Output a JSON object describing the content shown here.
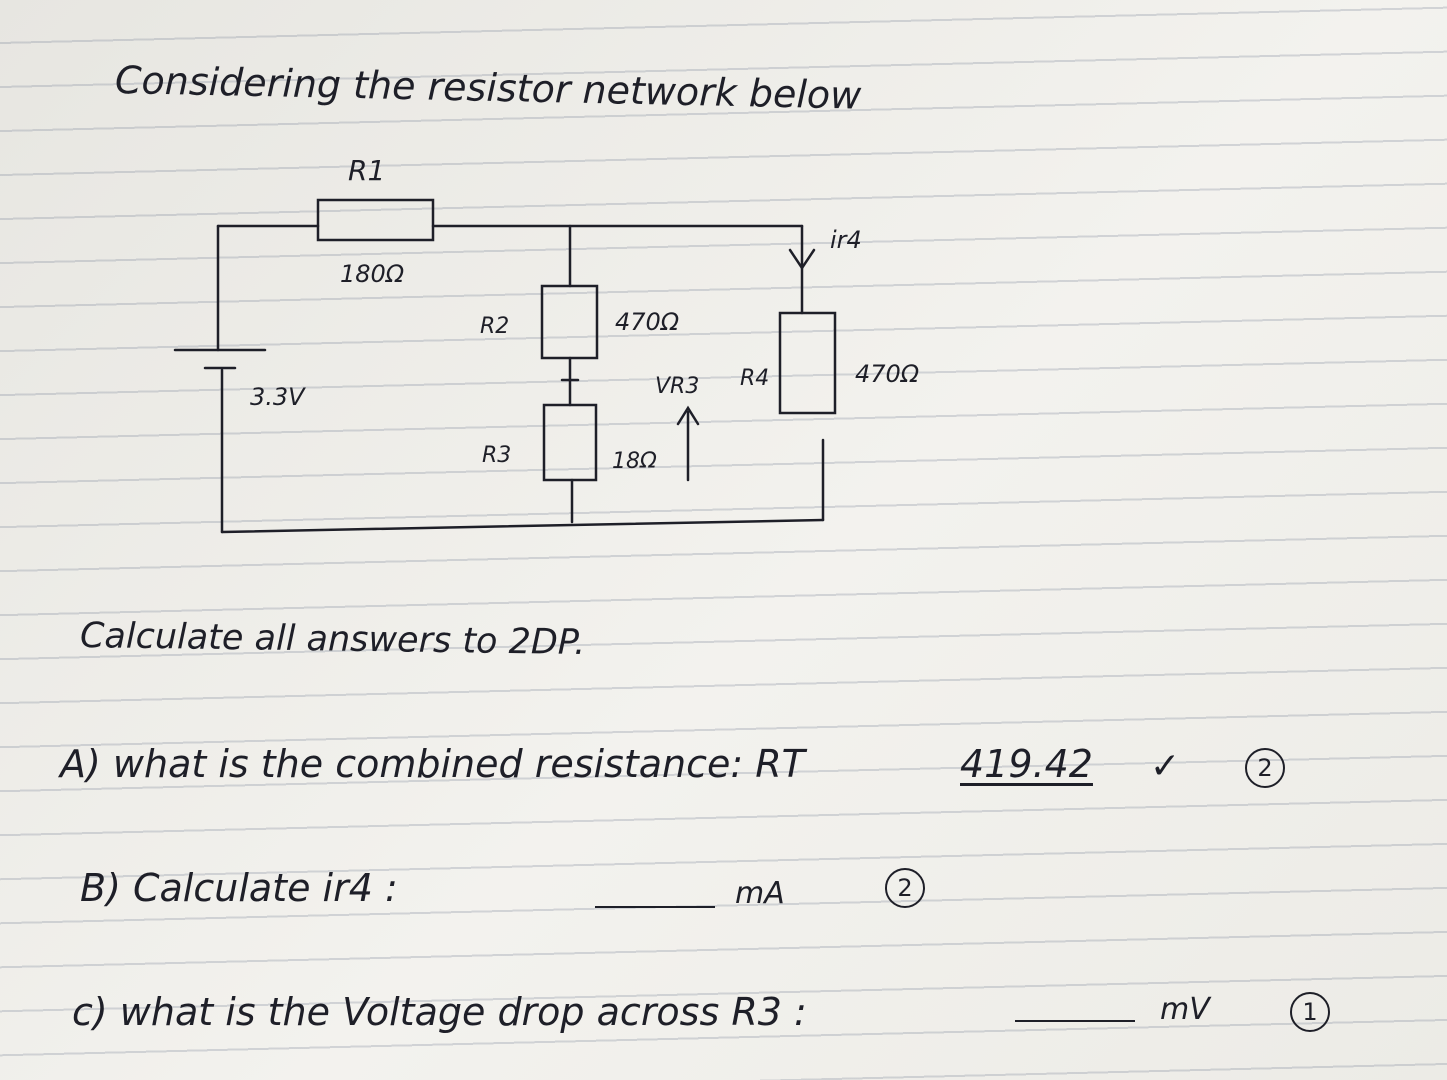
{
  "title": "Considering the resistor network below",
  "circuit": {
    "source_label": "3.3V",
    "r1": {
      "name": "R1",
      "value": "180Ω"
    },
    "r2": {
      "name": "R2",
      "value": "470Ω"
    },
    "r3": {
      "name": "R3",
      "value": "18Ω"
    },
    "r4": {
      "name": "R4",
      "value": "470Ω"
    },
    "current_label": "ir4",
    "voltage_label": "VR3"
  },
  "instruction": "Calculate all answers to 2DP.",
  "questions": [
    {
      "text": "A) what is the combined resistance: RT",
      "answer": "419.42",
      "check": "✓",
      "marks": "2"
    },
    {
      "text": "B) Calculate ir4 :",
      "unit": "mA",
      "marks": "2"
    },
    {
      "text": "c) what is the Voltage drop across R3 :",
      "unit": "mV",
      "marks": "1"
    }
  ]
}
